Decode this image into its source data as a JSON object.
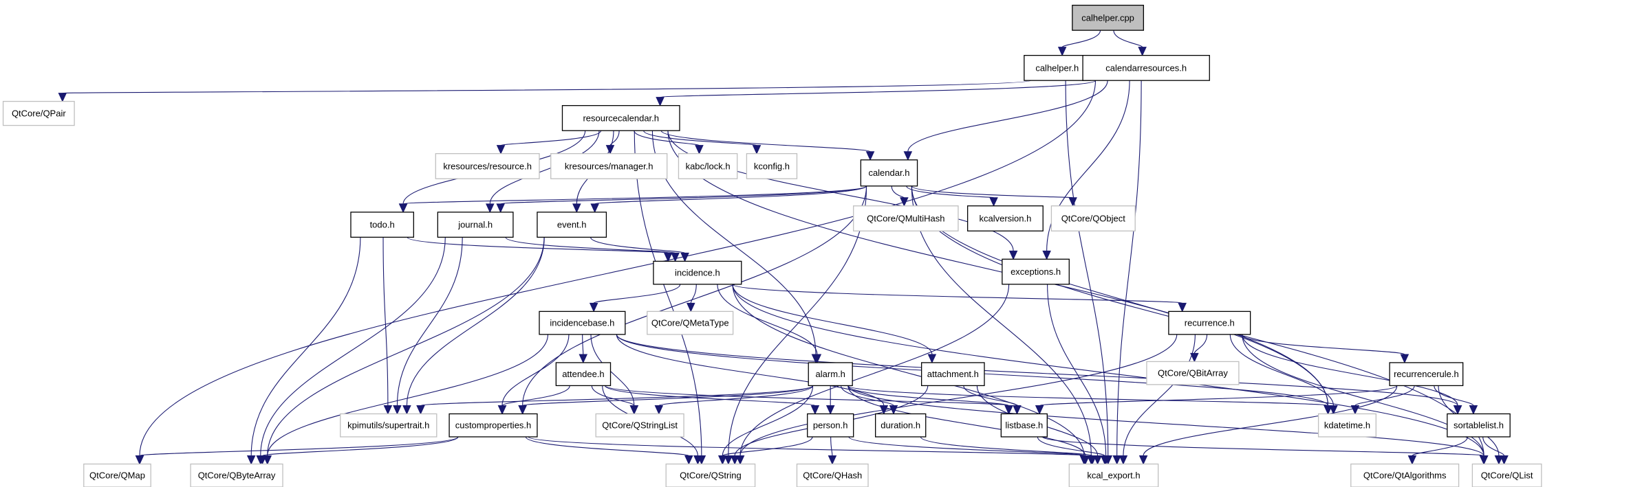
{
  "title": "calhelper.cpp include dependency graph",
  "colors": {
    "edge": "#191970",
    "root_fill": "#bfbfbf",
    "internal_border": "#000000",
    "external_border": "#bfbfbf"
  },
  "nodes": [
    {
      "id": "calhelper_cpp",
      "label": "calhelper.cpp",
      "kind": "root"
    },
    {
      "id": "calhelper_h",
      "label": "calhelper.h",
      "kind": "internal"
    },
    {
      "id": "calendarresources_h",
      "label": "calendarresources.h",
      "kind": "internal"
    },
    {
      "id": "qpair",
      "label": "QtCore/QPair",
      "kind": "external"
    },
    {
      "id": "resourcecalendar_h",
      "label": "resourcecalendar.h",
      "kind": "internal"
    },
    {
      "id": "kres_resource",
      "label": "kresources/resource.h",
      "kind": "external"
    },
    {
      "id": "kres_manager",
      "label": "kresources/manager.h",
      "kind": "external"
    },
    {
      "id": "kabc_lock",
      "label": "kabc/lock.h",
      "kind": "external"
    },
    {
      "id": "kconfig",
      "label": "kconfig.h",
      "kind": "external"
    },
    {
      "id": "calendar_h",
      "label": "calendar.h",
      "kind": "internal"
    },
    {
      "id": "qmultihash",
      "label": "QtCore/QMultiHash",
      "kind": "external"
    },
    {
      "id": "kcalversion_h",
      "label": "kcalversion.h",
      "kind": "internal"
    },
    {
      "id": "qobject",
      "label": "QtCore/QObject",
      "kind": "external"
    },
    {
      "id": "todo_h",
      "label": "todo.h",
      "kind": "internal"
    },
    {
      "id": "journal_h",
      "label": "journal.h",
      "kind": "internal"
    },
    {
      "id": "event_h",
      "label": "event.h",
      "kind": "internal"
    },
    {
      "id": "incidence_h",
      "label": "incidence.h",
      "kind": "internal"
    },
    {
      "id": "exceptions_h",
      "label": "exceptions.h",
      "kind": "internal"
    },
    {
      "id": "incidencebase_h",
      "label": "incidencebase.h",
      "kind": "internal"
    },
    {
      "id": "qmetatype",
      "label": "QtCore/QMetaType",
      "kind": "external"
    },
    {
      "id": "recurrence_h",
      "label": "recurrence.h",
      "kind": "internal"
    },
    {
      "id": "qbitarray",
      "label": "QtCore/QBitArray",
      "kind": "external"
    },
    {
      "id": "recurrencerule_h",
      "label": "recurrencerule.h",
      "kind": "internal"
    },
    {
      "id": "attendee_h",
      "label": "attendee.h",
      "kind": "internal"
    },
    {
      "id": "alarm_h",
      "label": "alarm.h",
      "kind": "internal"
    },
    {
      "id": "attachment_h",
      "label": "attachment.h",
      "kind": "internal"
    },
    {
      "id": "supertrait",
      "label": "kpimutils/supertrait.h",
      "kind": "external"
    },
    {
      "id": "customproperties_h",
      "label": "customproperties.h",
      "kind": "internal"
    },
    {
      "id": "qstringlist",
      "label": "QtCore/QStringList",
      "kind": "external"
    },
    {
      "id": "person_h",
      "label": "person.h",
      "kind": "internal"
    },
    {
      "id": "duration_h",
      "label": "duration.h",
      "kind": "internal"
    },
    {
      "id": "listbase_h",
      "label": "listbase.h",
      "kind": "internal"
    },
    {
      "id": "kdatetime_h",
      "label": "kdatetime.h",
      "kind": "external"
    },
    {
      "id": "sortablelist_h",
      "label": "sortablelist.h",
      "kind": "internal"
    },
    {
      "id": "qmap",
      "label": "QtCore/QMap",
      "kind": "external"
    },
    {
      "id": "qbytearray",
      "label": "QtCore/QByteArray",
      "kind": "external"
    },
    {
      "id": "qstring",
      "label": "QtCore/QString",
      "kind": "external"
    },
    {
      "id": "qhash",
      "label": "QtCore/QHash",
      "kind": "external"
    },
    {
      "id": "kcal_export_h",
      "label": "kcal_export.h",
      "kind": "external"
    },
    {
      "id": "qtalgorithms",
      "label": "QtCore/QtAlgorithms",
      "kind": "external"
    },
    {
      "id": "qlist",
      "label": "QtCore/QList",
      "kind": "external"
    }
  ],
  "edges": [
    [
      "calhelper_cpp",
      "calhelper_h"
    ],
    [
      "calhelper_cpp",
      "calendarresources_h"
    ],
    [
      "calhelper_h",
      "qpair"
    ],
    [
      "calhelper_h",
      "kcal_export_h"
    ],
    [
      "calendarresources_h",
      "resourcecalendar_h"
    ],
    [
      "calendarresources_h",
      "calendar_h"
    ],
    [
      "calendarresources_h",
      "exceptions_h"
    ],
    [
      "calendarresources_h",
      "qmap"
    ],
    [
      "calendarresources_h",
      "kcal_export_h"
    ],
    [
      "resourcecalendar_h",
      "kres_resource"
    ],
    [
      "resourcecalendar_h",
      "kres_manager"
    ],
    [
      "resourcecalendar_h",
      "kabc_lock"
    ],
    [
      "resourcecalendar_h",
      "kconfig"
    ],
    [
      "resourcecalendar_h",
      "calendar_h"
    ],
    [
      "resourcecalendar_h",
      "todo_h"
    ],
    [
      "resourcecalendar_h",
      "journal_h"
    ],
    [
      "resourcecalendar_h",
      "event_h"
    ],
    [
      "resourcecalendar_h",
      "exceptions_h"
    ],
    [
      "resourcecalendar_h",
      "alarm_h"
    ],
    [
      "resourcecalendar_h",
      "kdatetime_h"
    ],
    [
      "resourcecalendar_h",
      "qstring"
    ],
    [
      "calendar_h",
      "qmultihash"
    ],
    [
      "calendar_h",
      "kcalversion_h"
    ],
    [
      "calendar_h",
      "qobject"
    ],
    [
      "calendar_h",
      "todo_h"
    ],
    [
      "calendar_h",
      "journal_h"
    ],
    [
      "calendar_h",
      "event_h"
    ],
    [
      "calendar_h",
      "customproperties_h"
    ],
    [
      "calendar_h",
      "qstring"
    ],
    [
      "calendar_h",
      "kdatetime_h"
    ],
    [
      "calendar_h",
      "qlist"
    ],
    [
      "calendar_h",
      "kcal_export_h"
    ],
    [
      "todo_h",
      "incidence_h"
    ],
    [
      "todo_h",
      "supertrait"
    ],
    [
      "todo_h",
      "qbytearray"
    ],
    [
      "journal_h",
      "incidence_h"
    ],
    [
      "journal_h",
      "supertrait"
    ],
    [
      "journal_h",
      "qbytearray"
    ],
    [
      "event_h",
      "incidence_h"
    ],
    [
      "event_h",
      "supertrait"
    ],
    [
      "event_h",
      "qbytearray"
    ],
    [
      "incidence_h",
      "incidencebase_h"
    ],
    [
      "incidence_h",
      "qmetatype"
    ],
    [
      "incidence_h",
      "alarm_h"
    ],
    [
      "incidence_h",
      "attachment_h"
    ],
    [
      "incidence_h",
      "recurrence_h"
    ],
    [
      "incidence_h",
      "qlist"
    ],
    [
      "incidence_h",
      "kcal_export_h"
    ],
    [
      "exceptions_h",
      "qstring"
    ],
    [
      "exceptions_h",
      "kcal_export_h"
    ],
    [
      "incidencebase_h",
      "attendee_h"
    ],
    [
      "incidencebase_h",
      "customproperties_h"
    ],
    [
      "incidencebase_h",
      "qstringlist"
    ],
    [
      "incidencebase_h",
      "duration_h"
    ],
    [
      "incidencebase_h",
      "sortablelist_h"
    ],
    [
      "incidencebase_h",
      "kdatetime_h"
    ],
    [
      "incidencebase_h",
      "qbytearray"
    ],
    [
      "recurrence_h",
      "qbitarray"
    ],
    [
      "recurrence_h",
      "recurrencerule_h"
    ],
    [
      "recurrence_h",
      "kdatetime_h"
    ],
    [
      "recurrence_h",
      "sortablelist_h"
    ],
    [
      "recurrence_h",
      "qstring"
    ],
    [
      "recurrence_h",
      "qlist"
    ],
    [
      "recurrence_h",
      "kcal_export_h"
    ],
    [
      "recurrencerule_h",
      "kdatetime_h"
    ],
    [
      "recurrencerule_h",
      "sortablelist_h"
    ],
    [
      "recurrencerule_h",
      "listbase_h"
    ],
    [
      "recurrencerule_h",
      "qlist"
    ],
    [
      "recurrencerule_h",
      "kcal_export_h"
    ],
    [
      "attendee_h",
      "customproperties_h"
    ],
    [
      "attendee_h",
      "qstringlist"
    ],
    [
      "attendee_h",
      "person_h"
    ],
    [
      "attendee_h",
      "listbase_h"
    ],
    [
      "attendee_h",
      "qstring"
    ],
    [
      "alarm_h",
      "customproperties_h"
    ],
    [
      "alarm_h",
      "qstringlist"
    ],
    [
      "alarm_h",
      "person_h"
    ],
    [
      "alarm_h",
      "duration_h"
    ],
    [
      "alarm_h",
      "listbase_h"
    ],
    [
      "alarm_h",
      "kdatetime_h"
    ],
    [
      "alarm_h",
      "supertrait"
    ],
    [
      "alarm_h",
      "qstring"
    ],
    [
      "alarm_h",
      "qlist"
    ],
    [
      "alarm_h",
      "kcal_export_h"
    ],
    [
      "attachment_h",
      "listbase_h"
    ],
    [
      "attachment_h",
      "qstring"
    ],
    [
      "attachment_h",
      "kcal_export_h"
    ],
    [
      "customproperties_h",
      "qmap"
    ],
    [
      "customproperties_h",
      "qbytearray"
    ],
    [
      "customproperties_h",
      "qstring"
    ],
    [
      "customproperties_h",
      "kcal_export_h"
    ],
    [
      "person_h",
      "qstring"
    ],
    [
      "person_h",
      "qhash"
    ],
    [
      "person_h",
      "kcal_export_h"
    ],
    [
      "duration_h",
      "kcal_export_h"
    ],
    [
      "listbase_h",
      "kcal_export_h"
    ],
    [
      "listbase_h",
      "qlist"
    ],
    [
      "sortablelist_h",
      "qtalgorithms"
    ],
    [
      "sortablelist_h",
      "qlist"
    ]
  ]
}
